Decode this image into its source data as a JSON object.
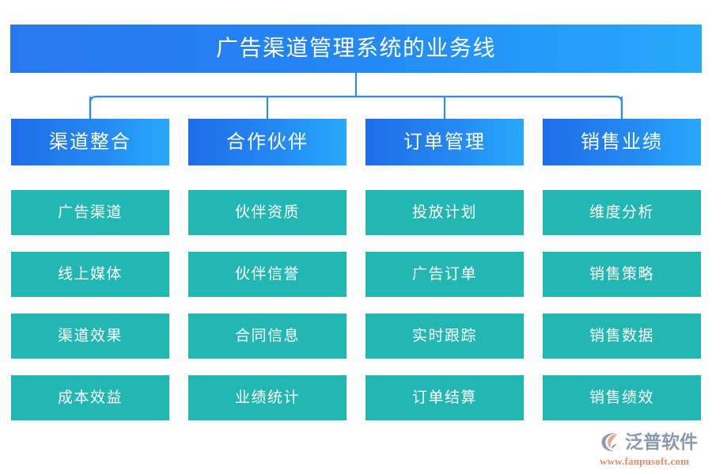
{
  "title": {
    "text": "广告渠道管理系统的业务线"
  },
  "colors": {
    "title_gradient_start": "#2877F0",
    "title_gradient_end": "#26A9FB",
    "category_gradient_start": "#1E6DE8",
    "category_gradient_end": "#26AAFB",
    "item_background": "#22B7B2",
    "connector_line": "#2E8BF0",
    "text_on_blue": "#FFFFFF",
    "logo_brand": "#8A99AC",
    "logo_url": "#E28B6E"
  },
  "columns": [
    {
      "header": "渠道整合",
      "items": [
        "广告渠道",
        "线上媒体",
        "渠道效果",
        "成本效益"
      ]
    },
    {
      "header": "合作伙伴",
      "items": [
        "伙伴资质",
        "伙伴信誉",
        "合同信息",
        "业绩统计"
      ]
    },
    {
      "header": "订单管理",
      "items": [
        "投放计划",
        "广告订单",
        "实时跟踪",
        "订单结算"
      ]
    },
    {
      "header": "销售业绩",
      "items": [
        "维度分析",
        "销售策略",
        "销售数据",
        "销售绩效"
      ]
    }
  ],
  "logo": {
    "brand": "泛普软件",
    "url": "www.fanpusoft.com"
  }
}
